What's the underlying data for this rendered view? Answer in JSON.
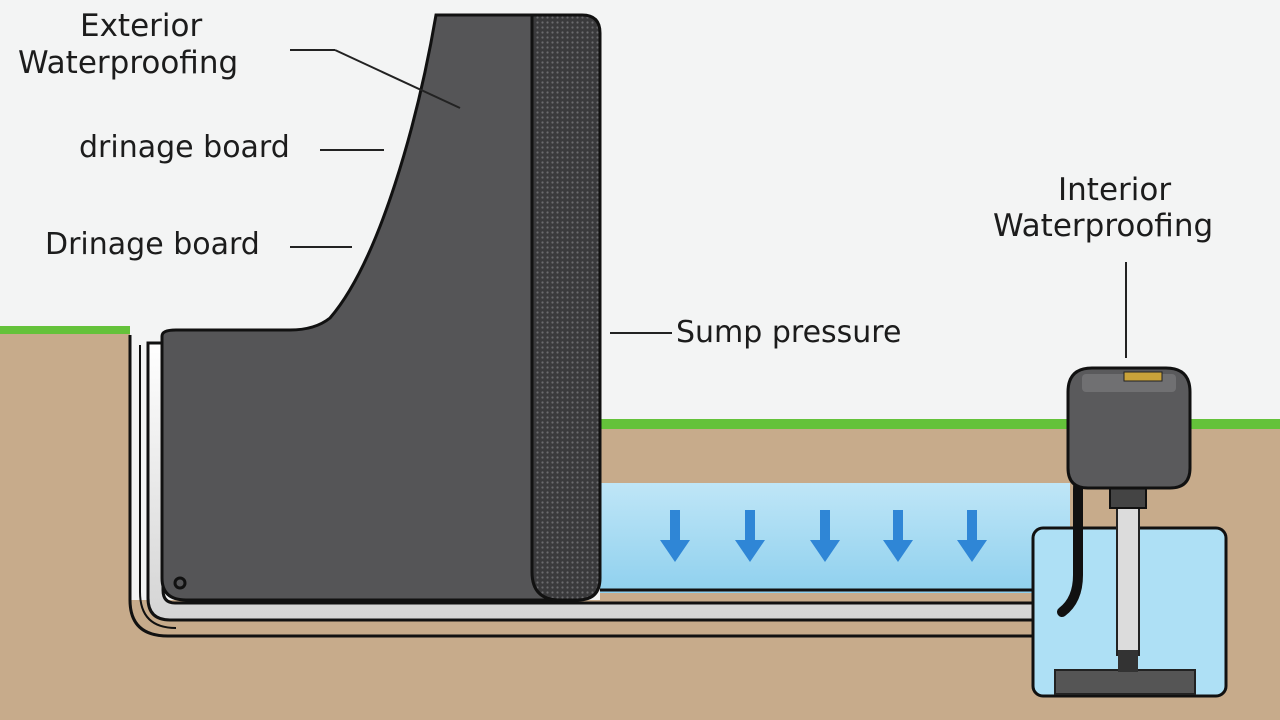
{
  "labels": {
    "exterior_line1": "Exterior",
    "exterior_line2": "Waterproofing",
    "drainage_board_lower": "drinage board",
    "drainage_board_upper": "Drinage board",
    "sump_pressure": "Sump pressure",
    "interior_line1": "Interior",
    "interior_line2": "Waterproofing"
  },
  "colors": {
    "sky": "#f3f4f4",
    "soil": "#c7ab8b",
    "grass": "#64c23a",
    "wall": "#555557",
    "drainage_mesh": "#3a3a3c",
    "water": "#a9dcf2",
    "arrow": "#2f86d6",
    "pipe": "#eeeeee",
    "outline": "#111111"
  },
  "icons": [
    "down-arrow-icon",
    "sump-pump-icon"
  ]
}
